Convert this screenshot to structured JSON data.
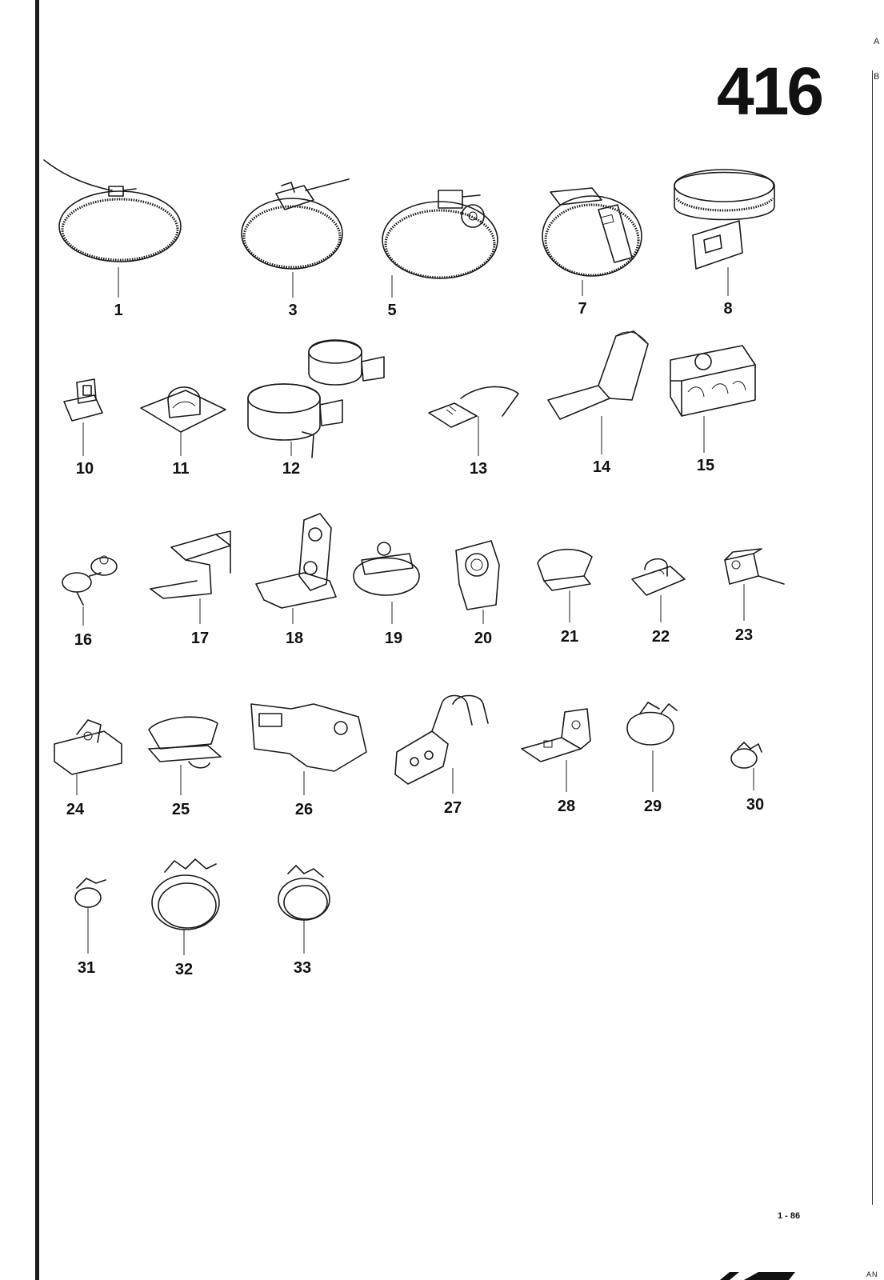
{
  "page_number": "416",
  "edition_date": "1 - 86",
  "edge_letters": [
    "A",
    "B"
  ],
  "corner_code": "AN",
  "parts": [
    {
      "label": "1"
    },
    {
      "label": "3"
    },
    {
      "label": "5"
    },
    {
      "label": "7"
    },
    {
      "label": "8"
    },
    {
      "label": "10"
    },
    {
      "label": "11"
    },
    {
      "label": "12"
    },
    {
      "label": "13"
    },
    {
      "label": "14"
    },
    {
      "label": "15"
    },
    {
      "label": "16"
    },
    {
      "label": "17"
    },
    {
      "label": "18"
    },
    {
      "label": "19"
    },
    {
      "label": "20"
    },
    {
      "label": "21"
    },
    {
      "label": "22"
    },
    {
      "label": "23"
    },
    {
      "label": "24"
    },
    {
      "label": "25"
    },
    {
      "label": "26"
    },
    {
      "label": "27"
    },
    {
      "label": "28"
    },
    {
      "label": "29"
    },
    {
      "label": "30"
    },
    {
      "label": "31"
    },
    {
      "label": "32"
    },
    {
      "label": "33"
    }
  ]
}
